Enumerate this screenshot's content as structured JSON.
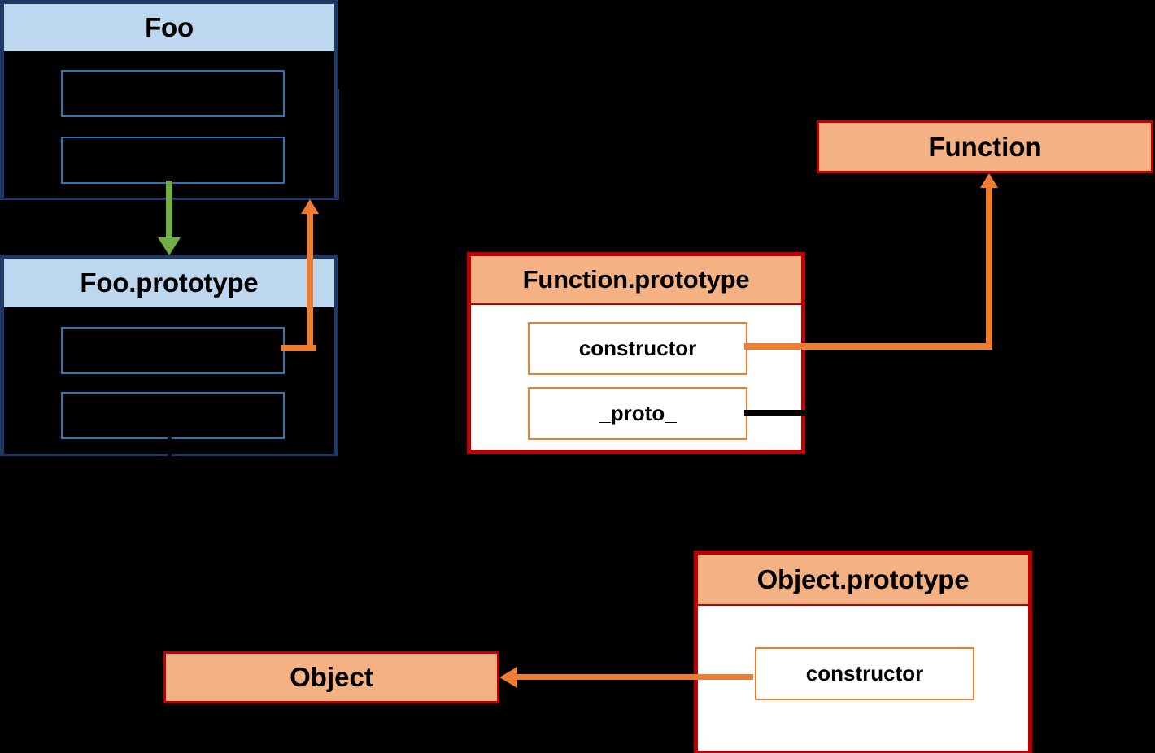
{
  "diagram": {
    "title": "JavaScript prototype chain",
    "background_color": "#000000",
    "palette": {
      "blue_header": "#BDD7EE",
      "blue_border": "#1F3864",
      "blue_slot_border": "#2E75B6",
      "orange_header": "#F4B183",
      "red_border": "#C00000",
      "orange_slot_border": "#ED7D31",
      "orange_connector": "#ED7D31",
      "green_connector": "#70AD47",
      "black_connector": "#000000"
    }
  },
  "nodes": {
    "foo": {
      "title": "Foo",
      "slots": [
        {
          "label": ""
        },
        {
          "label": ""
        }
      ]
    },
    "foo_prototype": {
      "title": "Foo.prototype",
      "slots": [
        {
          "label": ""
        },
        {
          "label": ""
        }
      ]
    },
    "function_prototype": {
      "title": "Function.prototype",
      "slots": [
        {
          "label": "constructor"
        },
        {
          "label": "_proto_"
        }
      ]
    },
    "function": {
      "title": "Function"
    },
    "object_prototype": {
      "title": "Object.prototype",
      "slots": [
        {
          "label": "constructor"
        }
      ]
    },
    "object": {
      "title": "Object"
    }
  },
  "connectors": [
    {
      "name": "foo-to-foo-prototype",
      "color": "#70AD47",
      "from": "foo",
      "to": "foo_prototype",
      "direction": "down"
    },
    {
      "name": "foo-prototype-constructor-to-foo",
      "color": "#ED7D31",
      "from": "foo_prototype.slots.0",
      "to": "foo",
      "direction": "up"
    },
    {
      "name": "function-prototype-constructor-to-function",
      "color": "#ED7D31",
      "from": "function_prototype.slots.0",
      "to": "function",
      "direction": "up"
    },
    {
      "name": "function-prototype-proto-line",
      "color": "#000000",
      "from": "function_prototype.slots.1",
      "to": "",
      "direction": "right"
    },
    {
      "name": "object-prototype-constructor-to-object",
      "color": "#ED7D31",
      "from": "object_prototype.slots.0",
      "to": "object",
      "direction": "left"
    },
    {
      "name": "foo-prototype-proto-line",
      "color": "#000000",
      "from": "foo_prototype.slots.1",
      "to": "",
      "direction": "down"
    }
  ]
}
